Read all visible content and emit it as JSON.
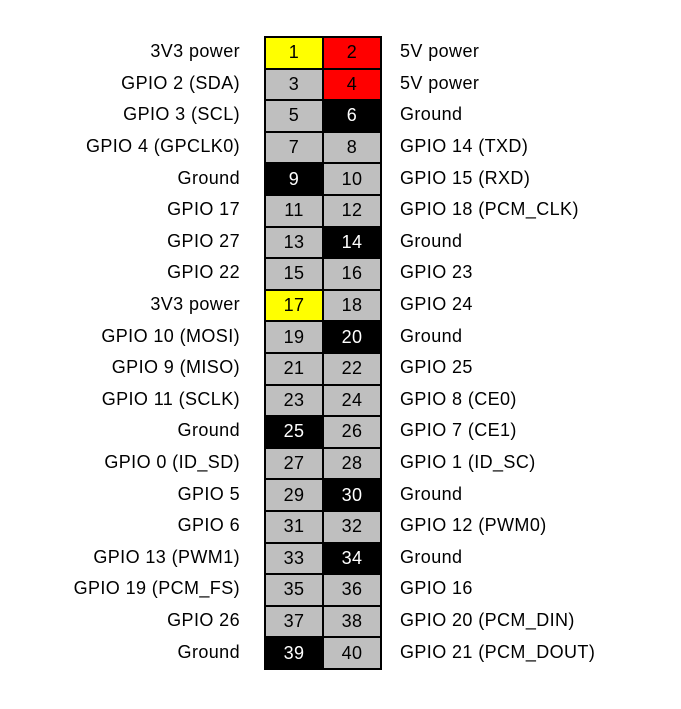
{
  "page": {
    "background": "#ffffff"
  },
  "colors": {
    "power_3v3": "#ffff00",
    "power_5v": "#ff0000",
    "ground": "#000000",
    "gpio": "#bfbfbf",
    "border": "#000000",
    "text_on_dark": "#ffffff",
    "text_on_light": "#000000"
  },
  "pinout": {
    "rows": [
      {
        "left": {
          "label": "3V3 power",
          "pin": "1",
          "type": "power_3v3"
        },
        "right": {
          "pin": "2",
          "label": "5V power",
          "type": "power_5v"
        }
      },
      {
        "left": {
          "label": "GPIO 2 (SDA)",
          "pin": "3",
          "type": "gpio"
        },
        "right": {
          "pin": "4",
          "label": "5V power",
          "type": "power_5v"
        }
      },
      {
        "left": {
          "label": "GPIO 3 (SCL)",
          "pin": "5",
          "type": "gpio"
        },
        "right": {
          "pin": "6",
          "label": "Ground",
          "type": "ground"
        }
      },
      {
        "left": {
          "label": "GPIO 4 (GPCLK0)",
          "pin": "7",
          "type": "gpio"
        },
        "right": {
          "pin": "8",
          "label": "GPIO 14 (TXD)",
          "type": "gpio"
        }
      },
      {
        "left": {
          "label": "Ground",
          "pin": "9",
          "type": "ground"
        },
        "right": {
          "pin": "10",
          "label": "GPIO 15 (RXD)",
          "type": "gpio"
        }
      },
      {
        "left": {
          "label": "GPIO 17",
          "pin": "11",
          "type": "gpio"
        },
        "right": {
          "pin": "12",
          "label": "GPIO 18 (PCM_CLK)",
          "type": "gpio"
        }
      },
      {
        "left": {
          "label": "GPIO 27",
          "pin": "13",
          "type": "gpio"
        },
        "right": {
          "pin": "14",
          "label": "Ground",
          "type": "ground"
        }
      },
      {
        "left": {
          "label": "GPIO 22",
          "pin": "15",
          "type": "gpio"
        },
        "right": {
          "pin": "16",
          "label": "GPIO 23",
          "type": "gpio"
        }
      },
      {
        "left": {
          "label": "3V3 power",
          "pin": "17",
          "type": "power_3v3"
        },
        "right": {
          "pin": "18",
          "label": "GPIO 24",
          "type": "gpio"
        }
      },
      {
        "left": {
          "label": "GPIO 10 (MOSI)",
          "pin": "19",
          "type": "gpio"
        },
        "right": {
          "pin": "20",
          "label": "Ground",
          "type": "ground"
        }
      },
      {
        "left": {
          "label": "GPIO 9 (MISO)",
          "pin": "21",
          "type": "gpio"
        },
        "right": {
          "pin": "22",
          "label": "GPIO 25",
          "type": "gpio"
        }
      },
      {
        "left": {
          "label": "GPIO 11 (SCLK)",
          "pin": "23",
          "type": "gpio"
        },
        "right": {
          "pin": "24",
          "label": "GPIO 8 (CE0)",
          "type": "gpio"
        }
      },
      {
        "left": {
          "label": "Ground",
          "pin": "25",
          "type": "ground"
        },
        "right": {
          "pin": "26",
          "label": "GPIO 7 (CE1)",
          "type": "gpio"
        }
      },
      {
        "left": {
          "label": "GPIO 0 (ID_SD)",
          "pin": "27",
          "type": "gpio"
        },
        "right": {
          "pin": "28",
          "label": "GPIO 1 (ID_SC)",
          "type": "gpio"
        }
      },
      {
        "left": {
          "label": "GPIO 5",
          "pin": "29",
          "type": "gpio"
        },
        "right": {
          "pin": "30",
          "label": "Ground",
          "type": "ground"
        }
      },
      {
        "left": {
          "label": "GPIO 6",
          "pin": "31",
          "type": "gpio"
        },
        "right": {
          "pin": "32",
          "label": "GPIO 12 (PWM0)",
          "type": "gpio"
        }
      },
      {
        "left": {
          "label": "GPIO 13 (PWM1)",
          "pin": "33",
          "type": "gpio"
        },
        "right": {
          "pin": "34",
          "label": "Ground",
          "type": "ground"
        }
      },
      {
        "left": {
          "label": "GPIO 19 (PCM_FS)",
          "pin": "35",
          "type": "gpio"
        },
        "right": {
          "pin": "36",
          "label": "GPIO 16",
          "type": "gpio"
        }
      },
      {
        "left": {
          "label": "GPIO 26",
          "pin": "37",
          "type": "gpio"
        },
        "right": {
          "pin": "38",
          "label": "GPIO 20 (PCM_DIN)",
          "type": "gpio"
        }
      },
      {
        "left": {
          "label": "Ground",
          "pin": "39",
          "type": "ground"
        },
        "right": {
          "pin": "40",
          "label": "GPIO 21 (PCM_DOUT)",
          "type": "gpio"
        }
      }
    ]
  }
}
